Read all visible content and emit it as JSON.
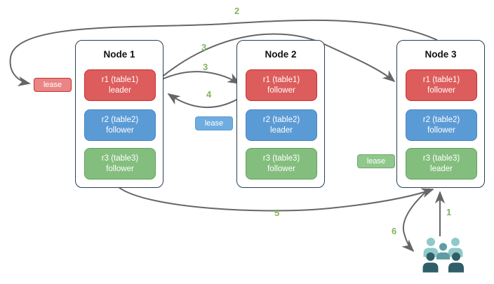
{
  "diagram": {
    "nodes": [
      {
        "name": "Node 1",
        "replicas": [
          {
            "id": "r1 (table1)",
            "role": "leader",
            "color": "red"
          },
          {
            "id": "r2 (table2)",
            "role": "follower",
            "color": "blue"
          },
          {
            "id": "r3 (table3)",
            "role": "follower",
            "color": "green"
          }
        ]
      },
      {
        "name": "Node 2",
        "replicas": [
          {
            "id": "r1 (table1)",
            "role": "follower",
            "color": "red"
          },
          {
            "id": "r2 (table2)",
            "role": "leader",
            "color": "blue"
          },
          {
            "id": "r3 (table3)",
            "role": "follower",
            "color": "green"
          }
        ]
      },
      {
        "name": "Node 3",
        "replicas": [
          {
            "id": "r1 (table1)",
            "role": "follower",
            "color": "red"
          },
          {
            "id": "r2 (table2)",
            "role": "follower",
            "color": "blue"
          },
          {
            "id": "r3 (table3)",
            "role": "leader",
            "color": "green"
          }
        ]
      }
    ],
    "leases": [
      {
        "label": "lease",
        "color": "red"
      },
      {
        "label": "lease",
        "color": "blue"
      },
      {
        "label": "lease",
        "color": "green"
      }
    ],
    "steps": {
      "s1": "1",
      "s2": "2",
      "s3a": "3",
      "s3b": "3",
      "s4": "4",
      "s5": "5",
      "s6": "6"
    },
    "colors": {
      "replica_red": "#dd5c5c",
      "replica_red_border": "#c9302c",
      "replica_blue": "#5b9bd5",
      "replica_blue_border": "#4a86c0",
      "replica_green": "#84be7e",
      "replica_green_border": "#61a05c",
      "lease_red": "#e98585",
      "lease_red_border": "#cc2e2e",
      "lease_blue": "#6fade0",
      "lease_blue_border": "#569ad2",
      "lease_green": "#90c78c",
      "lease_green_border": "#6fae6b",
      "node_border": "#2a3f54",
      "arrow": "#666666",
      "step_label": "#80b55c",
      "users_light": "#8fc9c9",
      "users_mid": "#5e9da3",
      "users_dark": "#305e68"
    }
  }
}
